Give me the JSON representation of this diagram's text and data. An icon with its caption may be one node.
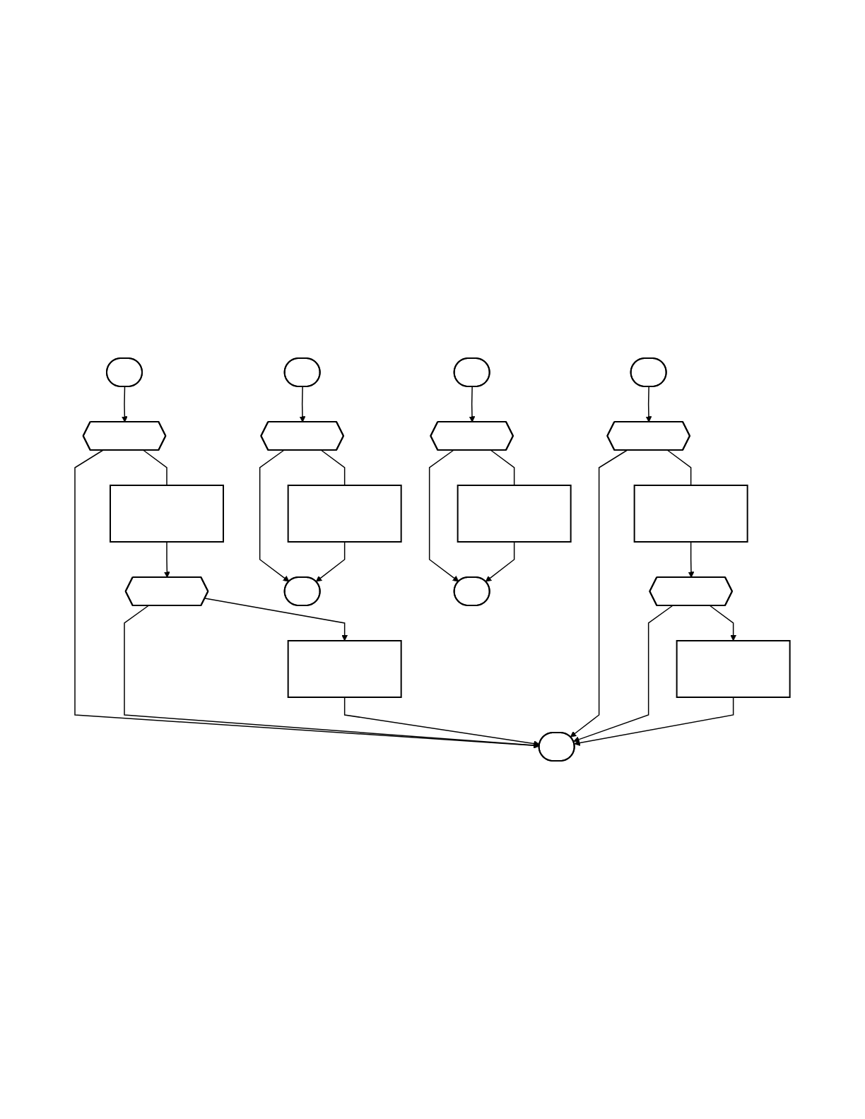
{
  "diagram": {
    "nodes": [
      {
        "text": [],
        "shape": "ellipse"
      },
      {
        "text": [],
        "shape": "ellipse"
      },
      {
        "text": [],
        "shape": "hexagon"
      },
      {
        "text": [],
        "shape": "hexagon"
      },
      {
        "text": [],
        "shape": "box"
      },
      {
        "text": [],
        "shape": "box"
      },
      {
        "text": [],
        "shape": "hexagon"
      },
      {
        "text": [],
        "shape": "hexagon"
      },
      {
        "text": [],
        "shape": "box"
      },
      {
        "text": [],
        "shape": "box"
      },
      {
        "text": [],
        "shape": "ellipse"
      },
      {
        "text": [],
        "shape": "ellipse"
      },
      {
        "text": [],
        "shape": "hexagon"
      },
      {
        "text": [],
        "shape": "box"
      },
      {
        "text": [],
        "shape": "ellipse"
      },
      {
        "text": [],
        "shape": "ellipse"
      },
      {
        "text": [],
        "shape": "hexagon"
      },
      {
        "text": [],
        "shape": "box"
      },
      {
        "text": [],
        "shape": "ellipse"
      }
    ],
    "edges": [
      {
        "from": 0,
        "to": 2,
        "arrow": "to"
      },
      {
        "from": 2,
        "to": 4,
        "arrow": "none"
      },
      {
        "from": 4,
        "to": 6,
        "arrow": "to"
      },
      {
        "from": 6,
        "to": 8,
        "arrow": "to"
      },
      {
        "from": 2,
        "to": 10,
        "arrow": "to"
      },
      {
        "from": 6,
        "to": 10,
        "arrow": "to"
      },
      {
        "from": 8,
        "to": 10,
        "arrow": "to"
      },
      {
        "from": 1,
        "to": 3,
        "arrow": "to"
      },
      {
        "from": 3,
        "to": 5,
        "arrow": "none"
      },
      {
        "from": 5,
        "to": 7,
        "arrow": "to"
      },
      {
        "from": 7,
        "to": 9,
        "arrow": "to"
      },
      {
        "from": 3,
        "to": 10,
        "arrow": "to"
      },
      {
        "from": 7,
        "to": 10,
        "arrow": "to"
      },
      {
        "from": 9,
        "to": 10,
        "arrow": "to"
      },
      {
        "from": 11,
        "to": 12,
        "arrow": "to"
      },
      {
        "from": 12,
        "to": 13,
        "arrow": "none"
      },
      {
        "from": 12,
        "to": 14,
        "arrow": "to"
      },
      {
        "from": 13,
        "to": 14,
        "arrow": "to"
      },
      {
        "from": 15,
        "to": 16,
        "arrow": "to"
      },
      {
        "from": 16,
        "to": 17,
        "arrow": "none"
      },
      {
        "from": 16,
        "to": 18,
        "arrow": "to"
      },
      {
        "from": 17,
        "to": 18,
        "arrow": "to"
      }
    ]
  }
}
